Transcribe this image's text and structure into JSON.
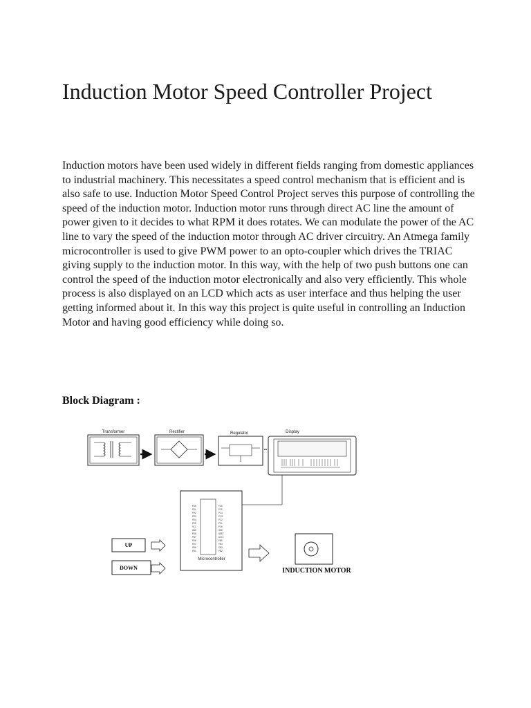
{
  "document": {
    "title": "Induction Motor Speed Controller Project",
    "paragraph": "Induction motors have been used widely in different fields ranging from domestic appliances to industrial machinery. This necessitates a speed control mechanism that is efficient and is also safe to use. Induction Motor Speed Control Project serves this purpose of controlling the speed of the induction motor. Induction motor runs through direct AC line the amount of power given to it decides to what RPM it does rotates. We can modulate the power of the AC line to vary the speed of the induction motor through AC driver circuitry. An Atmega family microcontroller is used to give PWM power to an opto-coupler which drives the TRIAC giving supply to the induction motor. In this way, with the help of two push buttons one can control the speed of the induction motor electronically and also very efficiently. This whole process is also displayed on an LCD which acts as user interface and thus helping the user getting informed about it. In this way this project is quite useful in controlling an Induction Motor and having good efficiency while doing so.",
    "section_heading": "Block Diagram :"
  },
  "diagram": {
    "transformer": "Transformer",
    "rectifier": "Rectifier",
    "regulator": "Regulator",
    "display": "Display",
    "microcontroller": "Microcontroller",
    "up_button": "UP",
    "down_button": "DOWN",
    "induction_motor": "INDUCTION MOTOR"
  }
}
